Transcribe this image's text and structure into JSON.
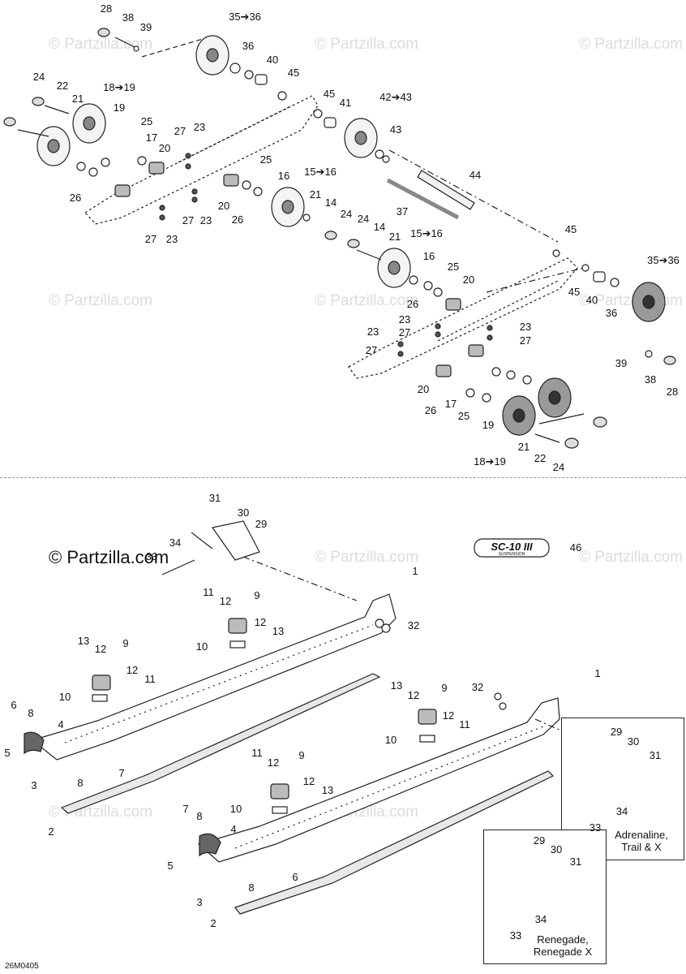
{
  "watermark": {
    "text": "© Partzilla.com",
    "strong_text": "© Partzilla.com"
  },
  "diagram_code": "26M0405",
  "badge": {
    "text": "SC-10 III",
    "sub": "SUSPENSION"
  },
  "variants": {
    "box1": "Adrenaline,\nTrail & X",
    "box2": "Renegade,\nRenegade X"
  },
  "callouts": [
    {
      "id": "c1",
      "text": "28"
    },
    {
      "id": "c2",
      "text": "38"
    },
    {
      "id": "c3",
      "text": "39"
    },
    {
      "id": "c4",
      "text": "35➔36"
    },
    {
      "id": "c5",
      "text": "36"
    },
    {
      "id": "c6",
      "text": "40"
    },
    {
      "id": "c7",
      "text": "45"
    },
    {
      "id": "c8",
      "text": "45"
    },
    {
      "id": "c9",
      "text": "41"
    },
    {
      "id": "c10",
      "text": "42➔43"
    },
    {
      "id": "c11",
      "text": "43"
    },
    {
      "id": "c12",
      "text": "24"
    },
    {
      "id": "c13",
      "text": "22"
    },
    {
      "id": "c14",
      "text": "21"
    },
    {
      "id": "c15",
      "text": "18➔19"
    },
    {
      "id": "c16",
      "text": "19"
    },
    {
      "id": "c17",
      "text": "25"
    },
    {
      "id": "c18",
      "text": "17"
    },
    {
      "id": "c19",
      "text": "20"
    },
    {
      "id": "c20",
      "text": "27"
    },
    {
      "id": "c21",
      "text": "23"
    },
    {
      "id": "c22",
      "text": "26"
    },
    {
      "id": "c23",
      "text": "27"
    },
    {
      "id": "c24",
      "text": "23"
    },
    {
      "id": "c25",
      "text": "27"
    },
    {
      "id": "c26",
      "text": "23"
    },
    {
      "id": "c27",
      "text": "20"
    },
    {
      "id": "c28",
      "text": "26"
    },
    {
      "id": "c29",
      "text": "25"
    },
    {
      "id": "c30",
      "text": "16"
    },
    {
      "id": "c31",
      "text": "15➔16"
    },
    {
      "id": "c32",
      "text": "44"
    },
    {
      "id": "c33",
      "text": "37"
    },
    {
      "id": "c34",
      "text": "21"
    },
    {
      "id": "c35",
      "text": "14"
    },
    {
      "id": "c36",
      "text": "24"
    },
    {
      "id": "c37",
      "text": "24"
    },
    {
      "id": "c38",
      "text": "14"
    },
    {
      "id": "c39",
      "text": "21"
    },
    {
      "id": "c40",
      "text": "15➔16"
    },
    {
      "id": "c41",
      "text": "45"
    },
    {
      "id": "c42",
      "text": "16"
    },
    {
      "id": "c43",
      "text": "25"
    },
    {
      "id": "c44",
      "text": "20"
    },
    {
      "id": "c45",
      "text": "35➔36"
    },
    {
      "id": "c46",
      "text": "45"
    },
    {
      "id": "c47",
      "text": "40"
    },
    {
      "id": "c48",
      "text": "36"
    },
    {
      "id": "c49",
      "text": "26"
    },
    {
      "id": "c50",
      "text": "23"
    },
    {
      "id": "c51",
      "text": "27"
    },
    {
      "id": "c52",
      "text": "23"
    },
    {
      "id": "c53",
      "text": "27"
    },
    {
      "id": "c54",
      "text": "23"
    },
    {
      "id": "c55",
      "text": "27"
    },
    {
      "id": "c56",
      "text": "39"
    },
    {
      "id": "c57",
      "text": "38"
    },
    {
      "id": "c58",
      "text": "28"
    },
    {
      "id": "c59",
      "text": "20"
    },
    {
      "id": "c60",
      "text": "26"
    },
    {
      "id": "c61",
      "text": "17"
    },
    {
      "id": "c62",
      "text": "25"
    },
    {
      "id": "c63",
      "text": "19"
    },
    {
      "id": "c64",
      "text": "21"
    },
    {
      "id": "c65",
      "text": "22"
    },
    {
      "id": "c66",
      "text": "18➔19"
    },
    {
      "id": "c67",
      "text": "24"
    },
    {
      "id": "c68",
      "text": "31"
    },
    {
      "id": "c69",
      "text": "30"
    },
    {
      "id": "c70",
      "text": "29"
    },
    {
      "id": "c71",
      "text": "34"
    },
    {
      "id": "c72",
      "text": "33"
    },
    {
      "id": "c73",
      "text": "46"
    },
    {
      "id": "c74",
      "text": "1"
    },
    {
      "id": "c75",
      "text": "11"
    },
    {
      "id": "c76",
      "text": "12"
    },
    {
      "id": "c77",
      "text": "9"
    },
    {
      "id": "c78",
      "text": "12"
    },
    {
      "id": "c79",
      "text": "13"
    },
    {
      "id": "c80",
      "text": "10"
    },
    {
      "id": "c81",
      "text": "32"
    },
    {
      "id": "c82",
      "text": "13"
    },
    {
      "id": "c83",
      "text": "12"
    },
    {
      "id": "c84",
      "text": "9"
    },
    {
      "id": "c85",
      "text": "12"
    },
    {
      "id": "c86",
      "text": "11"
    },
    {
      "id": "c87",
      "text": "10"
    },
    {
      "id": "c88",
      "text": "6"
    },
    {
      "id": "c89",
      "text": "8"
    },
    {
      "id": "c90",
      "text": "4"
    },
    {
      "id": "c91",
      "text": "5"
    },
    {
      "id": "c92",
      "text": "7"
    },
    {
      "id": "c93",
      "text": "8"
    },
    {
      "id": "c94",
      "text": "3"
    },
    {
      "id": "c95",
      "text": "2"
    },
    {
      "id": "c96",
      "text": "1"
    },
    {
      "id": "c97",
      "text": "32"
    },
    {
      "id": "c98",
      "text": "13"
    },
    {
      "id": "c99",
      "text": "12"
    },
    {
      "id": "c100",
      "text": "9"
    },
    {
      "id": "c101",
      "text": "12"
    },
    {
      "id": "c102",
      "text": "11"
    },
    {
      "id": "c103",
      "text": "10"
    },
    {
      "id": "c104",
      "text": "11"
    },
    {
      "id": "c105",
      "text": "12"
    },
    {
      "id": "c106",
      "text": "9"
    },
    {
      "id": "c107",
      "text": "12"
    },
    {
      "id": "c108",
      "text": "13"
    },
    {
      "id": "c109",
      "text": "10"
    },
    {
      "id": "c110",
      "text": "7"
    },
    {
      "id": "c111",
      "text": "8"
    },
    {
      "id": "c112",
      "text": "4"
    },
    {
      "id": "c113",
      "text": "5"
    },
    {
      "id": "c114",
      "text": "6"
    },
    {
      "id": "c115",
      "text": "8"
    },
    {
      "id": "c116",
      "text": "3"
    },
    {
      "id": "c117",
      "text": "2"
    },
    {
      "id": "c118",
      "text": "29"
    },
    {
      "id": "c119",
      "text": "30"
    },
    {
      "id": "c120",
      "text": "31"
    },
    {
      "id": "c121",
      "text": "34"
    },
    {
      "id": "c122",
      "text": "33"
    },
    {
      "id": "c123",
      "text": "29"
    },
    {
      "id": "c124",
      "text": "30"
    },
    {
      "id": "c125",
      "text": "31"
    },
    {
      "id": "c126",
      "text": "34"
    },
    {
      "id": "c127",
      "text": "33"
    }
  ]
}
